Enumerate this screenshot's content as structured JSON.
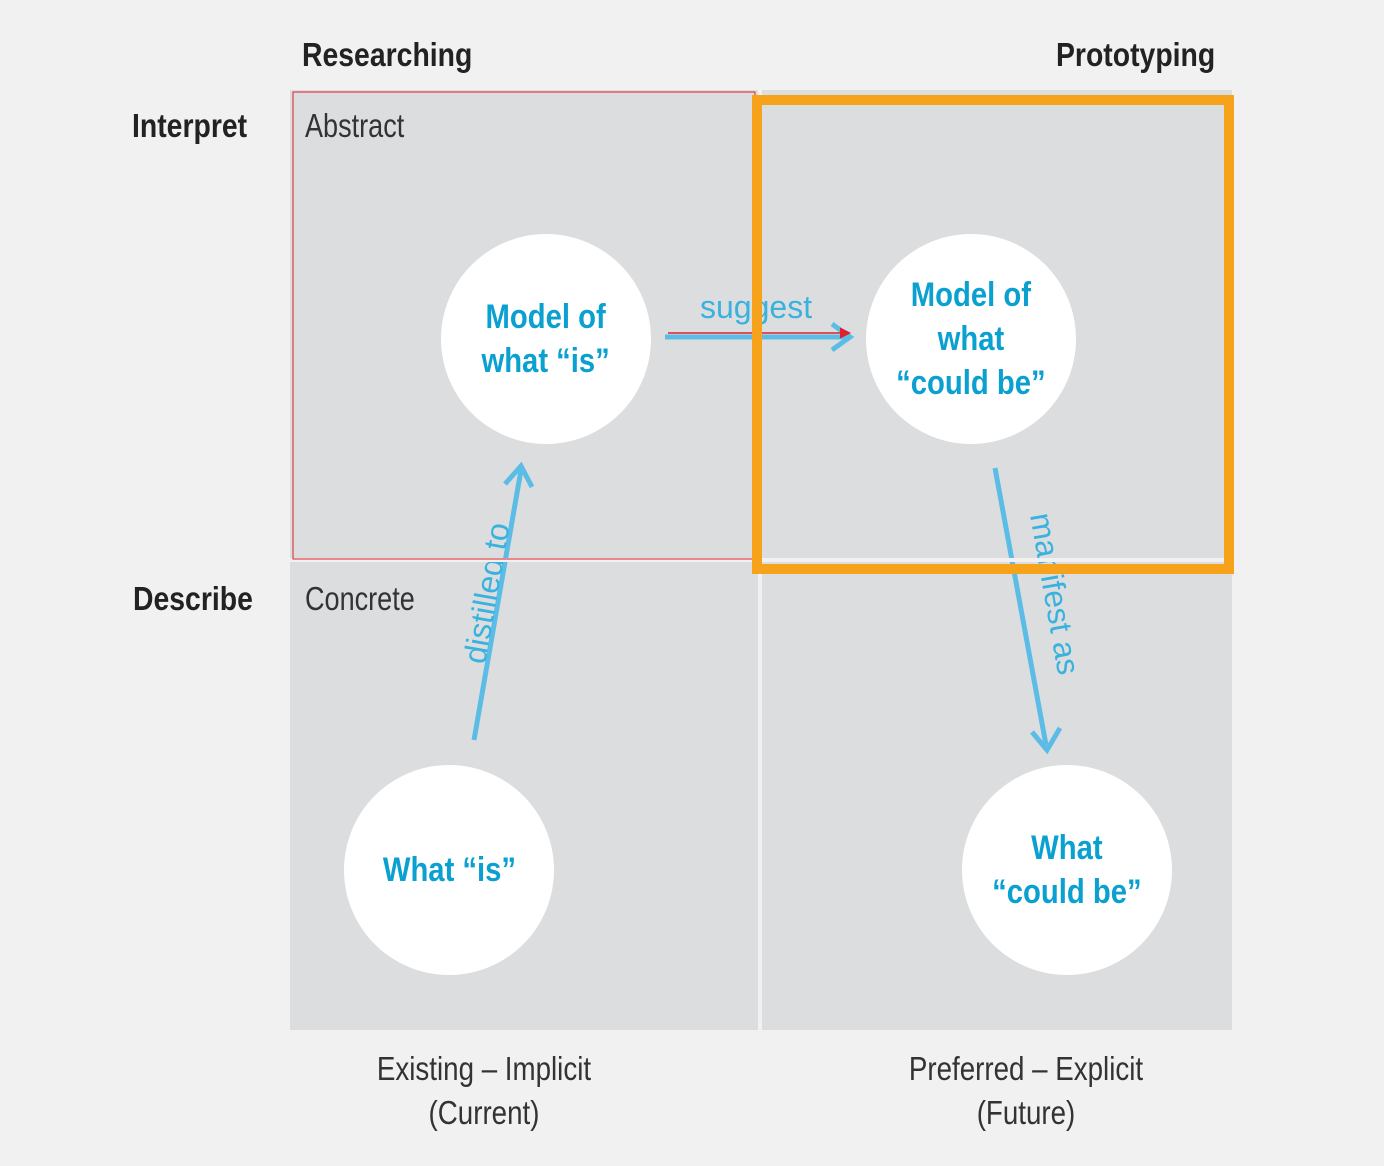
{
  "columns": {
    "left": "Researching",
    "right": "Prototyping"
  },
  "rows": {
    "top": "Interpret",
    "bottom": "Describe"
  },
  "quadrant_labels": {
    "top": "Abstract",
    "bottom": "Concrete"
  },
  "nodes": {
    "model_is": "Model of\nwhat “is”",
    "model_could": "Model of\nwhat\n“could be”",
    "what_is": "What “is”",
    "what_could": "What\n“could be”"
  },
  "edges": {
    "distilled": "distilled to",
    "suggest": "suggest",
    "manifest": "manifest as"
  },
  "axis_labels": {
    "left": "Existing – Implicit\n(Current)",
    "right": "Preferred – Explicit\n(Future)"
  },
  "colors": {
    "background": "#f1f1f1",
    "quadrant": "#dcdddf",
    "node_text": "#0aa0d0",
    "arrow": "#5bbde6",
    "highlight_box": "#f7a21b",
    "annotation_red": "#e0202a"
  }
}
